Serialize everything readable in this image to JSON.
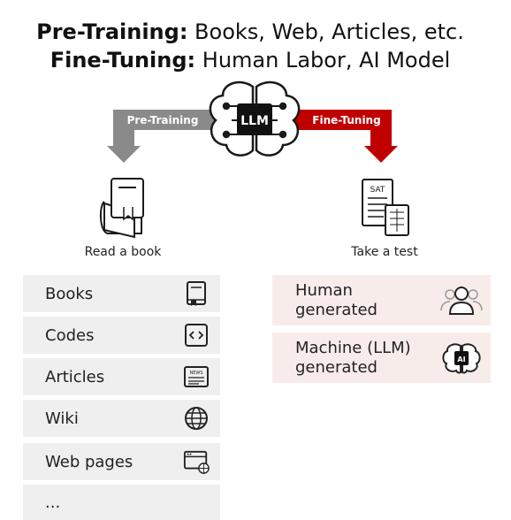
{
  "heading": {
    "line1_bold": "Pre-Training:",
    "line1_rest": " Books, Web, Articles, etc.",
    "line2_bold": "Fine-Tuning:",
    "line2_rest": " Human Labor, AI Model"
  },
  "diagram": {
    "center_label": "LLM",
    "left_arrow_label": "Pre-Training",
    "right_arrow_label": "Fine-Tuning",
    "left_caption": "Read a book",
    "right_caption": "Take a test",
    "test_paper_label": "SAT",
    "colors": {
      "left_arrow": "#8a8a8a",
      "right_arrow": "#c00000"
    }
  },
  "pretraining_sources": [
    {
      "label": "Books",
      "icon": "book-icon"
    },
    {
      "label": "Codes",
      "icon": "code-icon"
    },
    {
      "label": "Articles",
      "icon": "newspaper-icon"
    },
    {
      "label": "Wiki",
      "icon": "globe-icon"
    },
    {
      "label": "Web pages",
      "icon": "webpage-icon"
    },
    {
      "label": "...",
      "icon": ""
    }
  ],
  "finetuning_sources": [
    {
      "label": "Human\ngenerated",
      "icon": "people-icon"
    },
    {
      "label": "Machine (LLM)\ngenerated",
      "icon": "ai-brain-icon"
    }
  ],
  "icon_text": {
    "newspaper": "NEWS",
    "ai": "AI"
  }
}
